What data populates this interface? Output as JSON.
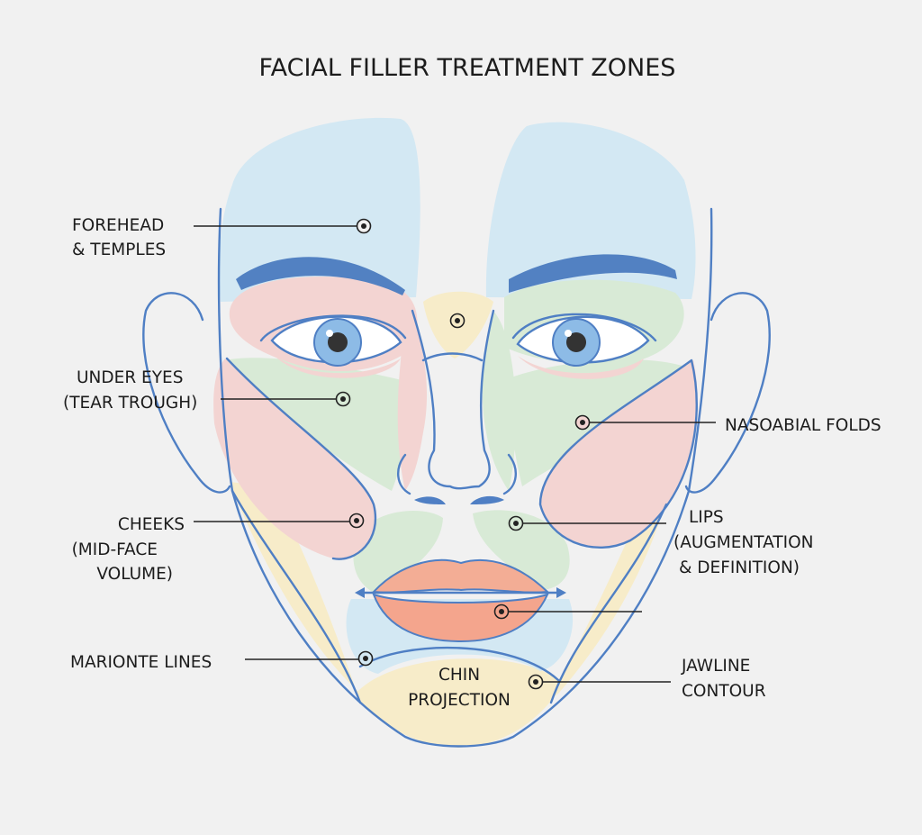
{
  "title": "FACIAL FILLER TREATMENT ZONES",
  "zones": [
    {
      "id": "forehead",
      "lines": [
        "FOREHEAD",
        "& TEMPLES"
      ]
    },
    {
      "id": "under-eyes",
      "lines": [
        "UNDER EYES",
        "(TEAR TROUGH)"
      ]
    },
    {
      "id": "nasolabial",
      "lines": [
        "NASOABIAL FOLDS"
      ]
    },
    {
      "id": "cheeks",
      "lines": [
        "CHEEKS",
        "(MID-FACE",
        "VOLUME)"
      ]
    },
    {
      "id": "lips",
      "lines": [
        "LIPS",
        "(AUGMENTATION",
        "& DEFINITION)"
      ]
    },
    {
      "id": "marionette",
      "lines": [
        "MARIONTE LINES"
      ]
    },
    {
      "id": "chin",
      "lines": [
        "CHIN",
        "PROJECTION"
      ]
    },
    {
      "id": "jawline",
      "lines": [
        "JAWLINE",
        "CONTOUR"
      ]
    }
  ],
  "colors": {
    "outline": "#4f7fc4",
    "blue_zone": "#d3e8f3",
    "pink_zone": "#f3d4d2",
    "green_zone": "#d8ead6",
    "yellow_zone": "#f7ecc9",
    "lips": "#f3ad95",
    "brow": "#4f7fc4",
    "iris": "#8dbbe6"
  }
}
